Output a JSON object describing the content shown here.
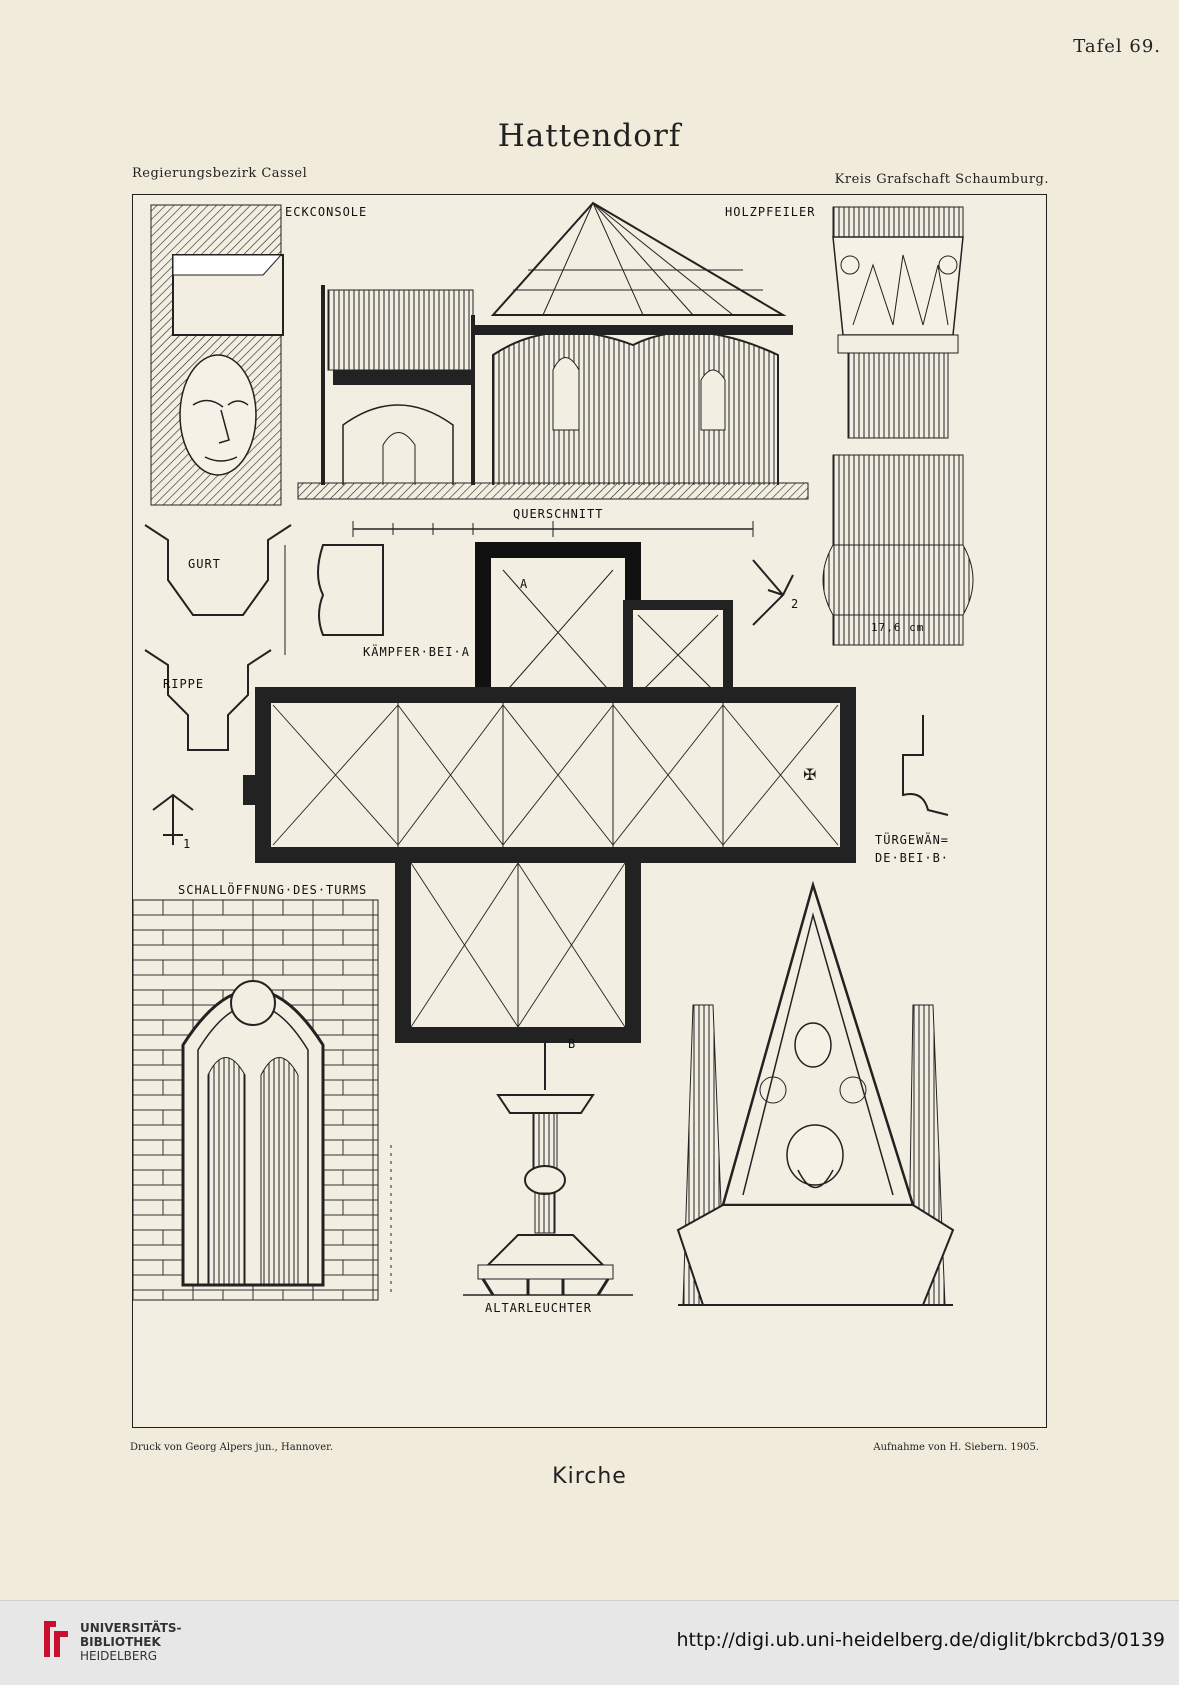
{
  "header": {
    "plate_number": "Tafel 69.",
    "title": "Hattendorf",
    "district_left": "Regierungsbezirk Cassel",
    "district_right": "Kreis Grafschaft Schaumburg."
  },
  "labels": {
    "eckconsole": "ECKCONSOLE",
    "holzpfeiler": "HOLZPFEILER",
    "querschnitt": "QUERSCHNITT",
    "gurt": "GURT",
    "rippe": "RIPPE",
    "kaempfer": "KÄMPFER·BEI·A",
    "mark_a": "A",
    "mark_b": "B",
    "mason_1": "1",
    "mason_2": "2",
    "measure": "17,6 cm",
    "tuergewaende_1": "TÜRGEWÄN=",
    "tuergewaende_2": "DE·BEI·B·",
    "schalloeffnung": "SCHALLÖFFNUNG·DES·TURMS",
    "altarleuchter": "ALTARLEUCHTER"
  },
  "footer_left": "Druck von Georg Alpers jun., Hannover.",
  "footer_right": "Aufnahme von H. Siebern.  1905.",
  "caption": "Kirche",
  "library": {
    "line1": "UNIVERSITÄTS-",
    "line2": "BIBLIOTHEK",
    "line3": "HEIDELBERG",
    "brand_color": "#c8102e"
  },
  "url": "http://digi.ub.uni-heidelberg.de/diglit/bkrcbd3/0139"
}
